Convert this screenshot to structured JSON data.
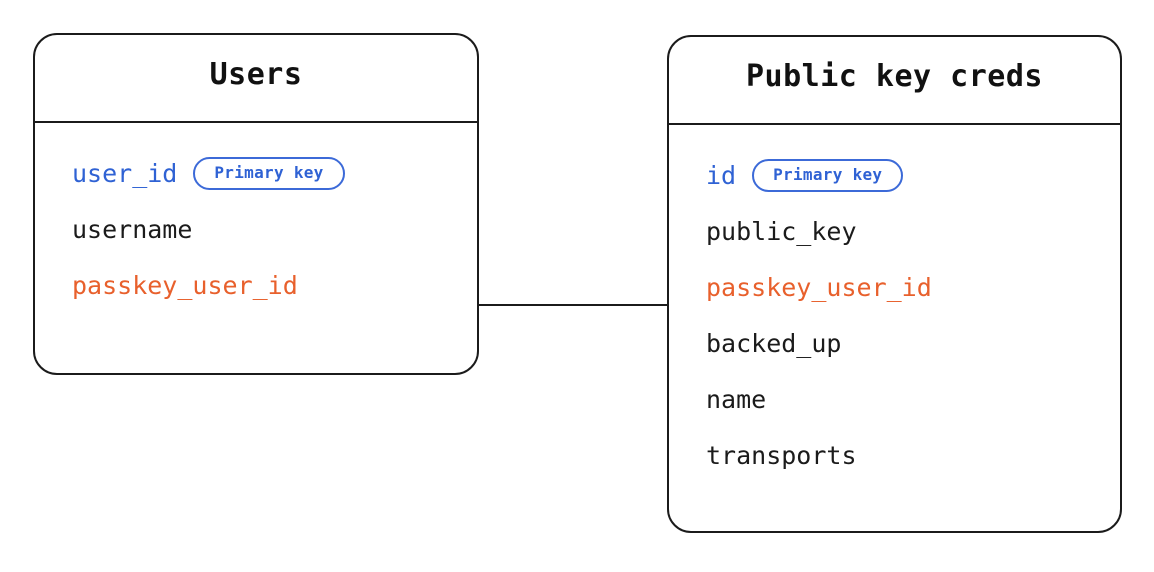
{
  "diagram": {
    "type": "entity-relationship-diagram",
    "background_color": "#ffffff",
    "colors": {
      "border": "#1b1b1b",
      "text": "#1b1b1b",
      "primary_key": "#2f62d4",
      "foreign_key": "#e8602c",
      "badge_border": "#3c6ad8"
    },
    "entities": [
      {
        "id": "users",
        "title": "Users",
        "fields": [
          {
            "name": "user_id",
            "role": "primary",
            "badge": "Primary key"
          },
          {
            "name": "username",
            "role": "normal",
            "badge": null
          },
          {
            "name": "passkey_user_id",
            "role": "foreign",
            "badge": null
          }
        ]
      },
      {
        "id": "public-key-creds",
        "title": "Public key creds",
        "fields": [
          {
            "name": "id",
            "role": "primary",
            "badge": "Primary key"
          },
          {
            "name": "public_key",
            "role": "normal",
            "badge": null
          },
          {
            "name": "passkey_user_id",
            "role": "foreign",
            "badge": null
          },
          {
            "name": "backed_up",
            "role": "normal",
            "badge": null
          },
          {
            "name": "name",
            "role": "normal",
            "badge": null
          },
          {
            "name": "transports",
            "role": "normal",
            "badge": null
          }
        ]
      }
    ],
    "relationships": [
      {
        "id": "users-to-public-key-creds",
        "from_entity": "users",
        "from_field": "passkey_user_id",
        "to_entity": "public-key-creds",
        "to_field": "passkey_user_id",
        "style": "solid-line"
      }
    ]
  }
}
